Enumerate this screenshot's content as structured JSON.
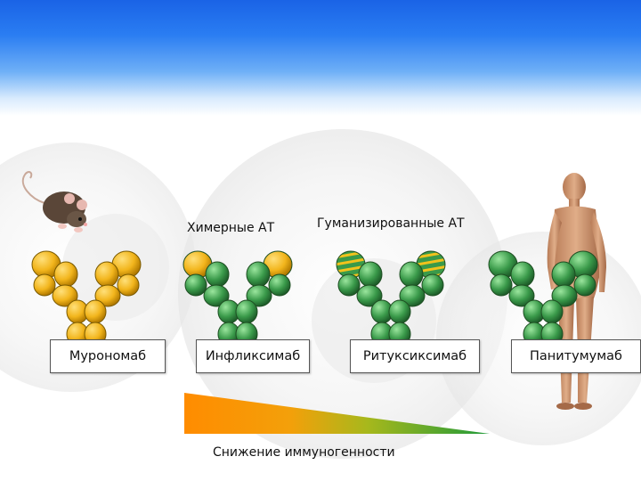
{
  "captions": {
    "chimeric": "Химерные АТ",
    "humanized": "Гуманизированные АТ"
  },
  "antibodies": [
    {
      "name": "Мурономаб",
      "type": "murine"
    },
    {
      "name": "Инфликсимаб",
      "type": "chimeric"
    },
    {
      "name": "Ритуксиксимаб",
      "type": "humanized"
    },
    {
      "name": "Панитумумаб",
      "type": "human"
    }
  ],
  "gradient_caption": "Снижение иммуногенности",
  "colors": {
    "murine": "#f2b51c",
    "human": "#3a9a4a",
    "gradient_start": "#ff8c00",
    "gradient_end": "#1f9a3a",
    "banner": "#2a7df2"
  },
  "icons": {
    "mouse": "mouse-icon",
    "human": "human-figure-icon"
  }
}
